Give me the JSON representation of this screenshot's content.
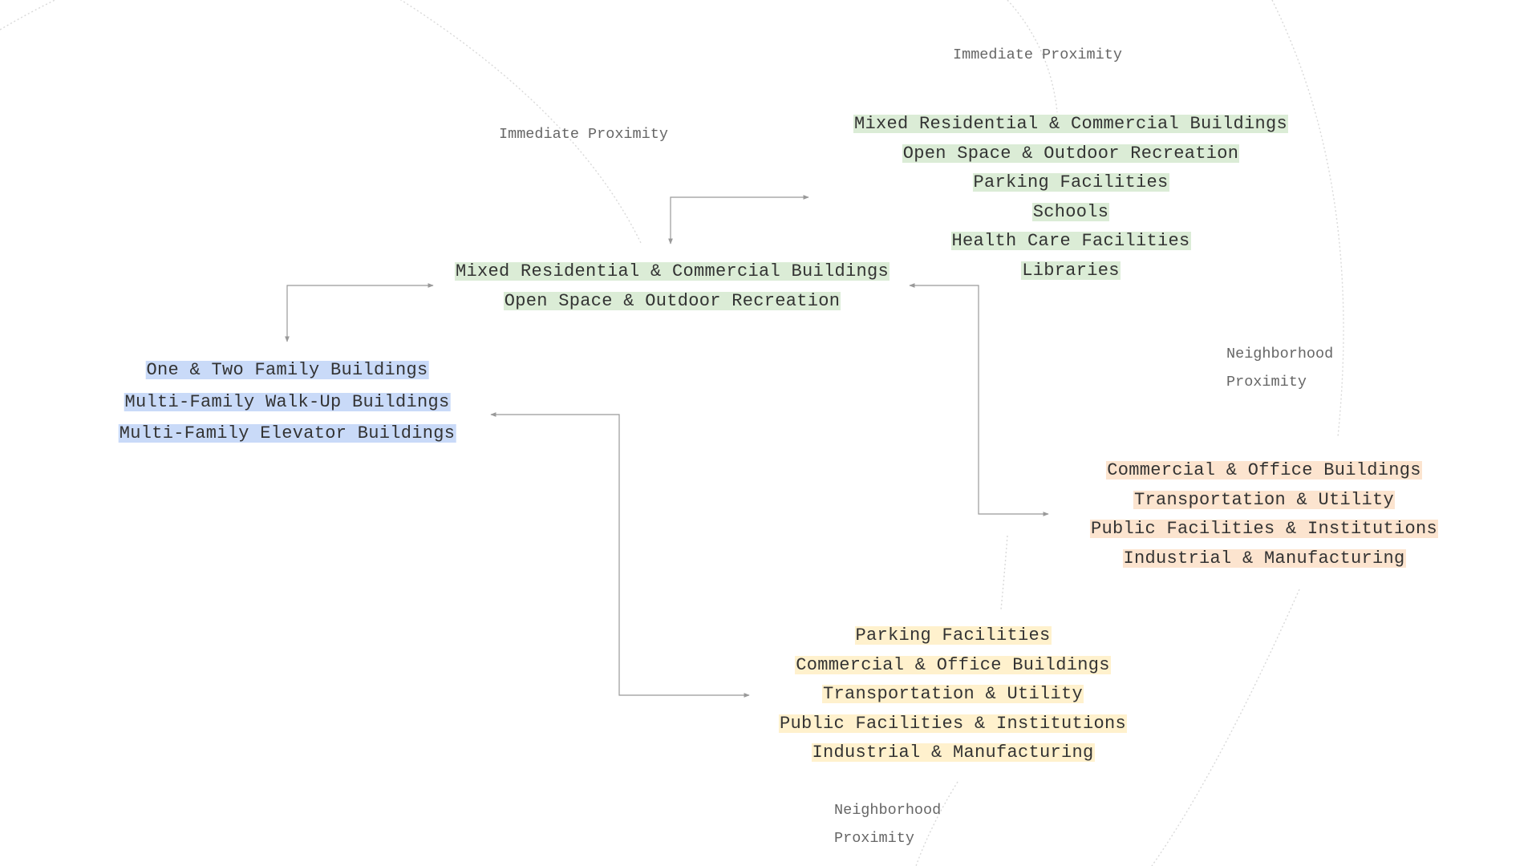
{
  "colors": {
    "green": "#dbecd6",
    "blue": "#c9daf8",
    "orange": "#fce4cf",
    "yellow": "#fff1cd",
    "text": "#333333",
    "label": "#666666",
    "connector": "#999999",
    "ring": "#d9d9d9"
  },
  "groups": {
    "center": {
      "items": [
        "Mixed Residential & Commercial Buildings",
        "Open Space & Outdoor Recreation"
      ]
    },
    "left": {
      "items": [
        "One & Two Family Buildings",
        "Multi-Family Walk-Up Buildings",
        "Multi-Family Elevator Buildings"
      ]
    },
    "top_right": {
      "items": [
        "Mixed Residential & Commercial Buildings",
        "Open Space & Outdoor Recreation",
        "Parking Facilities",
        "Schools",
        "Health Care Facilities",
        "Libraries"
      ]
    },
    "right": {
      "items": [
        "Commercial & Office Buildings",
        "Transportation & Utility",
        "Public Facilities & Institutions",
        "Industrial & Manufacturing"
      ]
    },
    "bottom": {
      "items": [
        "Parking Facilities",
        "Commercial & Office Buildings",
        "Transportation & Utility",
        "Public Facilities & Institutions",
        "Industrial & Manufacturing"
      ]
    }
  },
  "labels": {
    "immediate_center": "Immediate Proximity",
    "immediate_top": "Immediate Proximity",
    "neighborhood_right": [
      "Neighborhood",
      "Proximity"
    ],
    "neighborhood_bottom": [
      "Neighborhood",
      "Proximity"
    ]
  }
}
